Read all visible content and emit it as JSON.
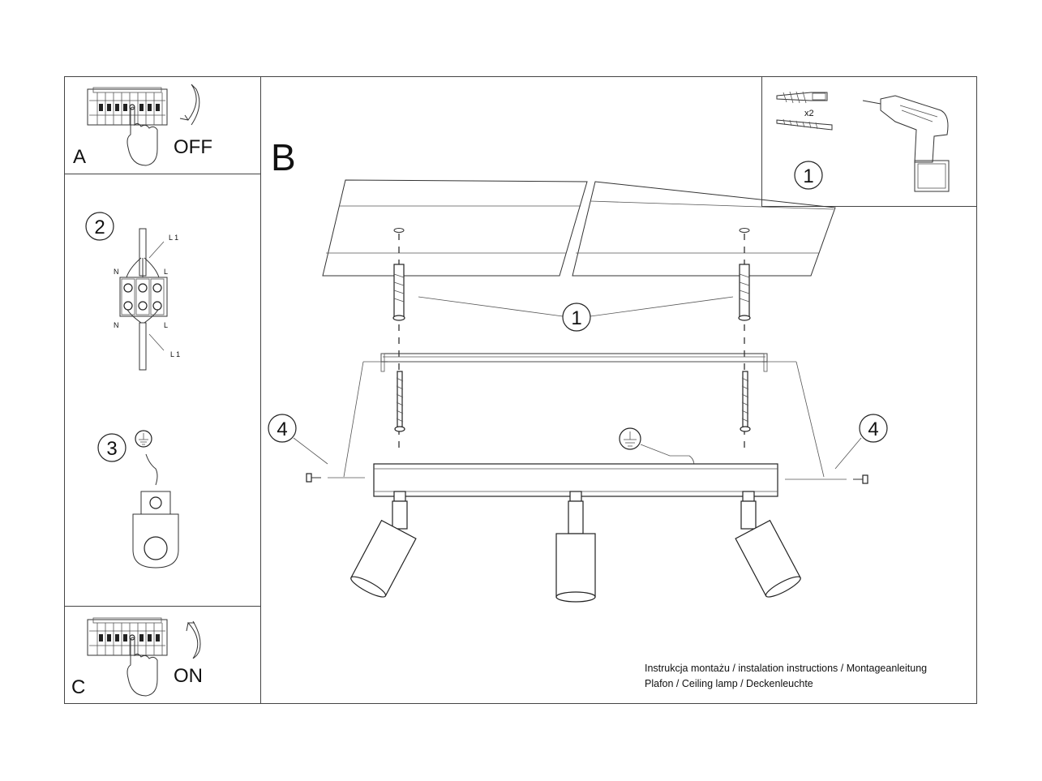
{
  "panels": {
    "a": {
      "letter": "A",
      "action": "OFF"
    },
    "b": {
      "letter": "B"
    },
    "c": {
      "letter": "C",
      "action": "ON"
    }
  },
  "steps": {
    "tools": "1",
    "tools_qty": "x2",
    "wiring": "2",
    "ground": "3",
    "mount": "1",
    "screw_left": "4",
    "screw_right": "4"
  },
  "wiring_labels": {
    "l1_top": "L 1",
    "l1_bottom": "L 1",
    "n_top": "N",
    "n_bottom": "N",
    "l_top": "L",
    "l_bottom": "L"
  },
  "footer": {
    "line1": "Instrukcja montażu / instalation instructions / Montageanleitung",
    "line2": "Plafon / Ceiling lamp / Deckenleuchte"
  }
}
